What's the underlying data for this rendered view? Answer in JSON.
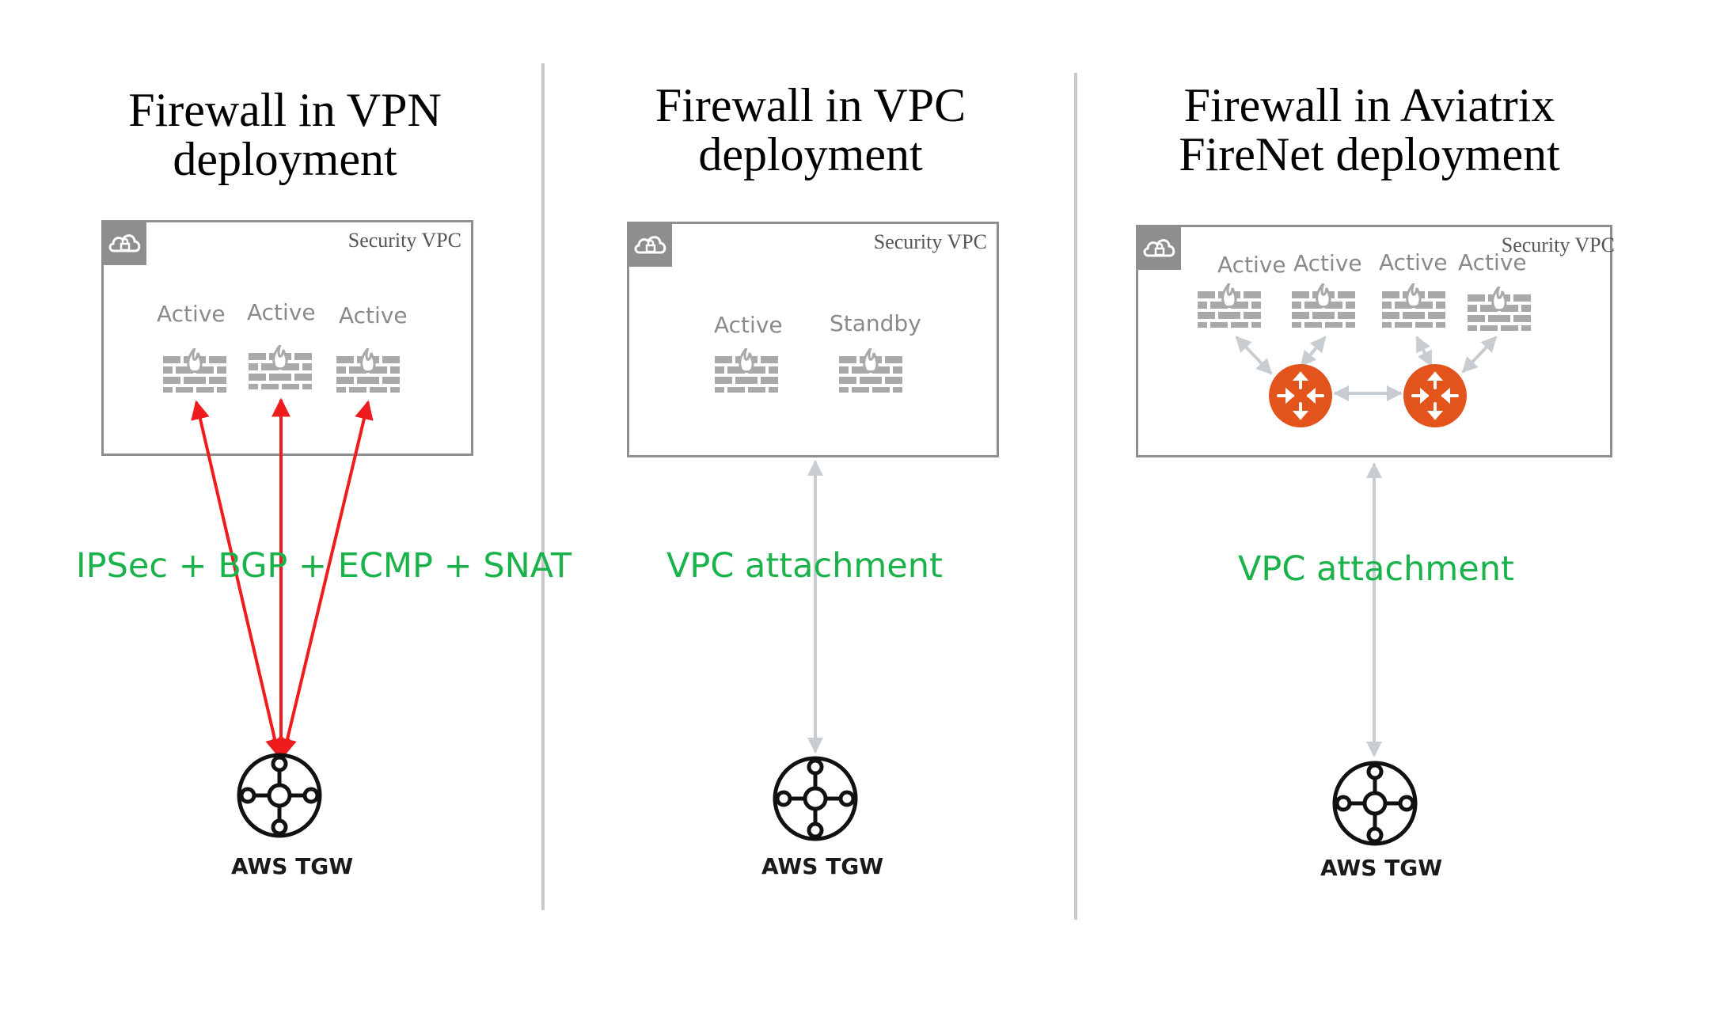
{
  "panels": [
    {
      "title_line1": "Firewall in VPN",
      "title_line2": "deployment",
      "vpc_label": "Security  VPC",
      "firewalls": [
        "Active",
        "Active",
        "Active"
      ],
      "connection_label": "IPSec + BGP + ECMP + SNAT",
      "connection_color": "#ee1c1c",
      "tgw_label": "AWS TGW"
    },
    {
      "title_line1": "Firewall in VPC",
      "title_line2": "deployment",
      "vpc_label": "Security  VPC",
      "firewalls": [
        "Active",
        "Standby"
      ],
      "connection_label": "VPC attachment",
      "connection_color": "#c8cdd1",
      "tgw_label": "AWS TGW"
    },
    {
      "title_line1": "Firewall in Aviatrix",
      "title_line2": "FireNet deployment",
      "vpc_label": "Security  VPC",
      "firewalls": [
        "Active",
        "Active",
        "Active",
        "Active"
      ],
      "gateway_color": "#e2541c",
      "connection_label": "VPC attachment",
      "connection_color": "#c8cdd1",
      "tgw_label": "AWS TGW"
    }
  ],
  "colors": {
    "label_green": "#1ab24a",
    "box_gray": "#8e8e8e",
    "firewall_gray": "#a9a9a9"
  }
}
